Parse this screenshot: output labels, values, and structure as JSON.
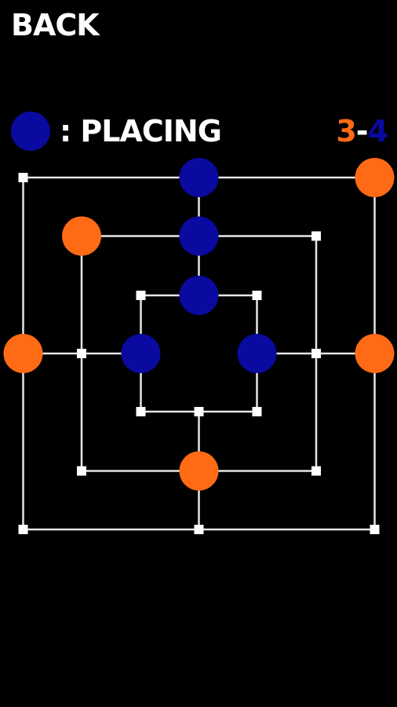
{
  "header": {
    "back_label": "BACK"
  },
  "status": {
    "phase_label": ": PLACING",
    "current_player": "blue",
    "score_orange": "3",
    "score_separator": "-",
    "score_blue": "4"
  },
  "colors": {
    "blue": "#0a0aa0",
    "orange": "#ff6a14",
    "line": "#e6e6e6",
    "background": "#000000"
  },
  "board": {
    "pieces": [
      {
        "point": "outer-top-middle",
        "owner": "blue"
      },
      {
        "point": "outer-top-right",
        "owner": "orange"
      },
      {
        "point": "middle-top-left",
        "owner": "orange"
      },
      {
        "point": "middle-top-middle",
        "owner": "blue"
      },
      {
        "point": "inner-top-middle",
        "owner": "blue"
      },
      {
        "point": "outer-middle-left",
        "owner": "orange"
      },
      {
        "point": "inner-middle-left",
        "owner": "blue"
      },
      {
        "point": "inner-middle-right",
        "owner": "blue"
      },
      {
        "point": "outer-middle-right",
        "owner": "orange"
      },
      {
        "point": "middle-bottom-middle",
        "owner": "orange"
      }
    ]
  }
}
